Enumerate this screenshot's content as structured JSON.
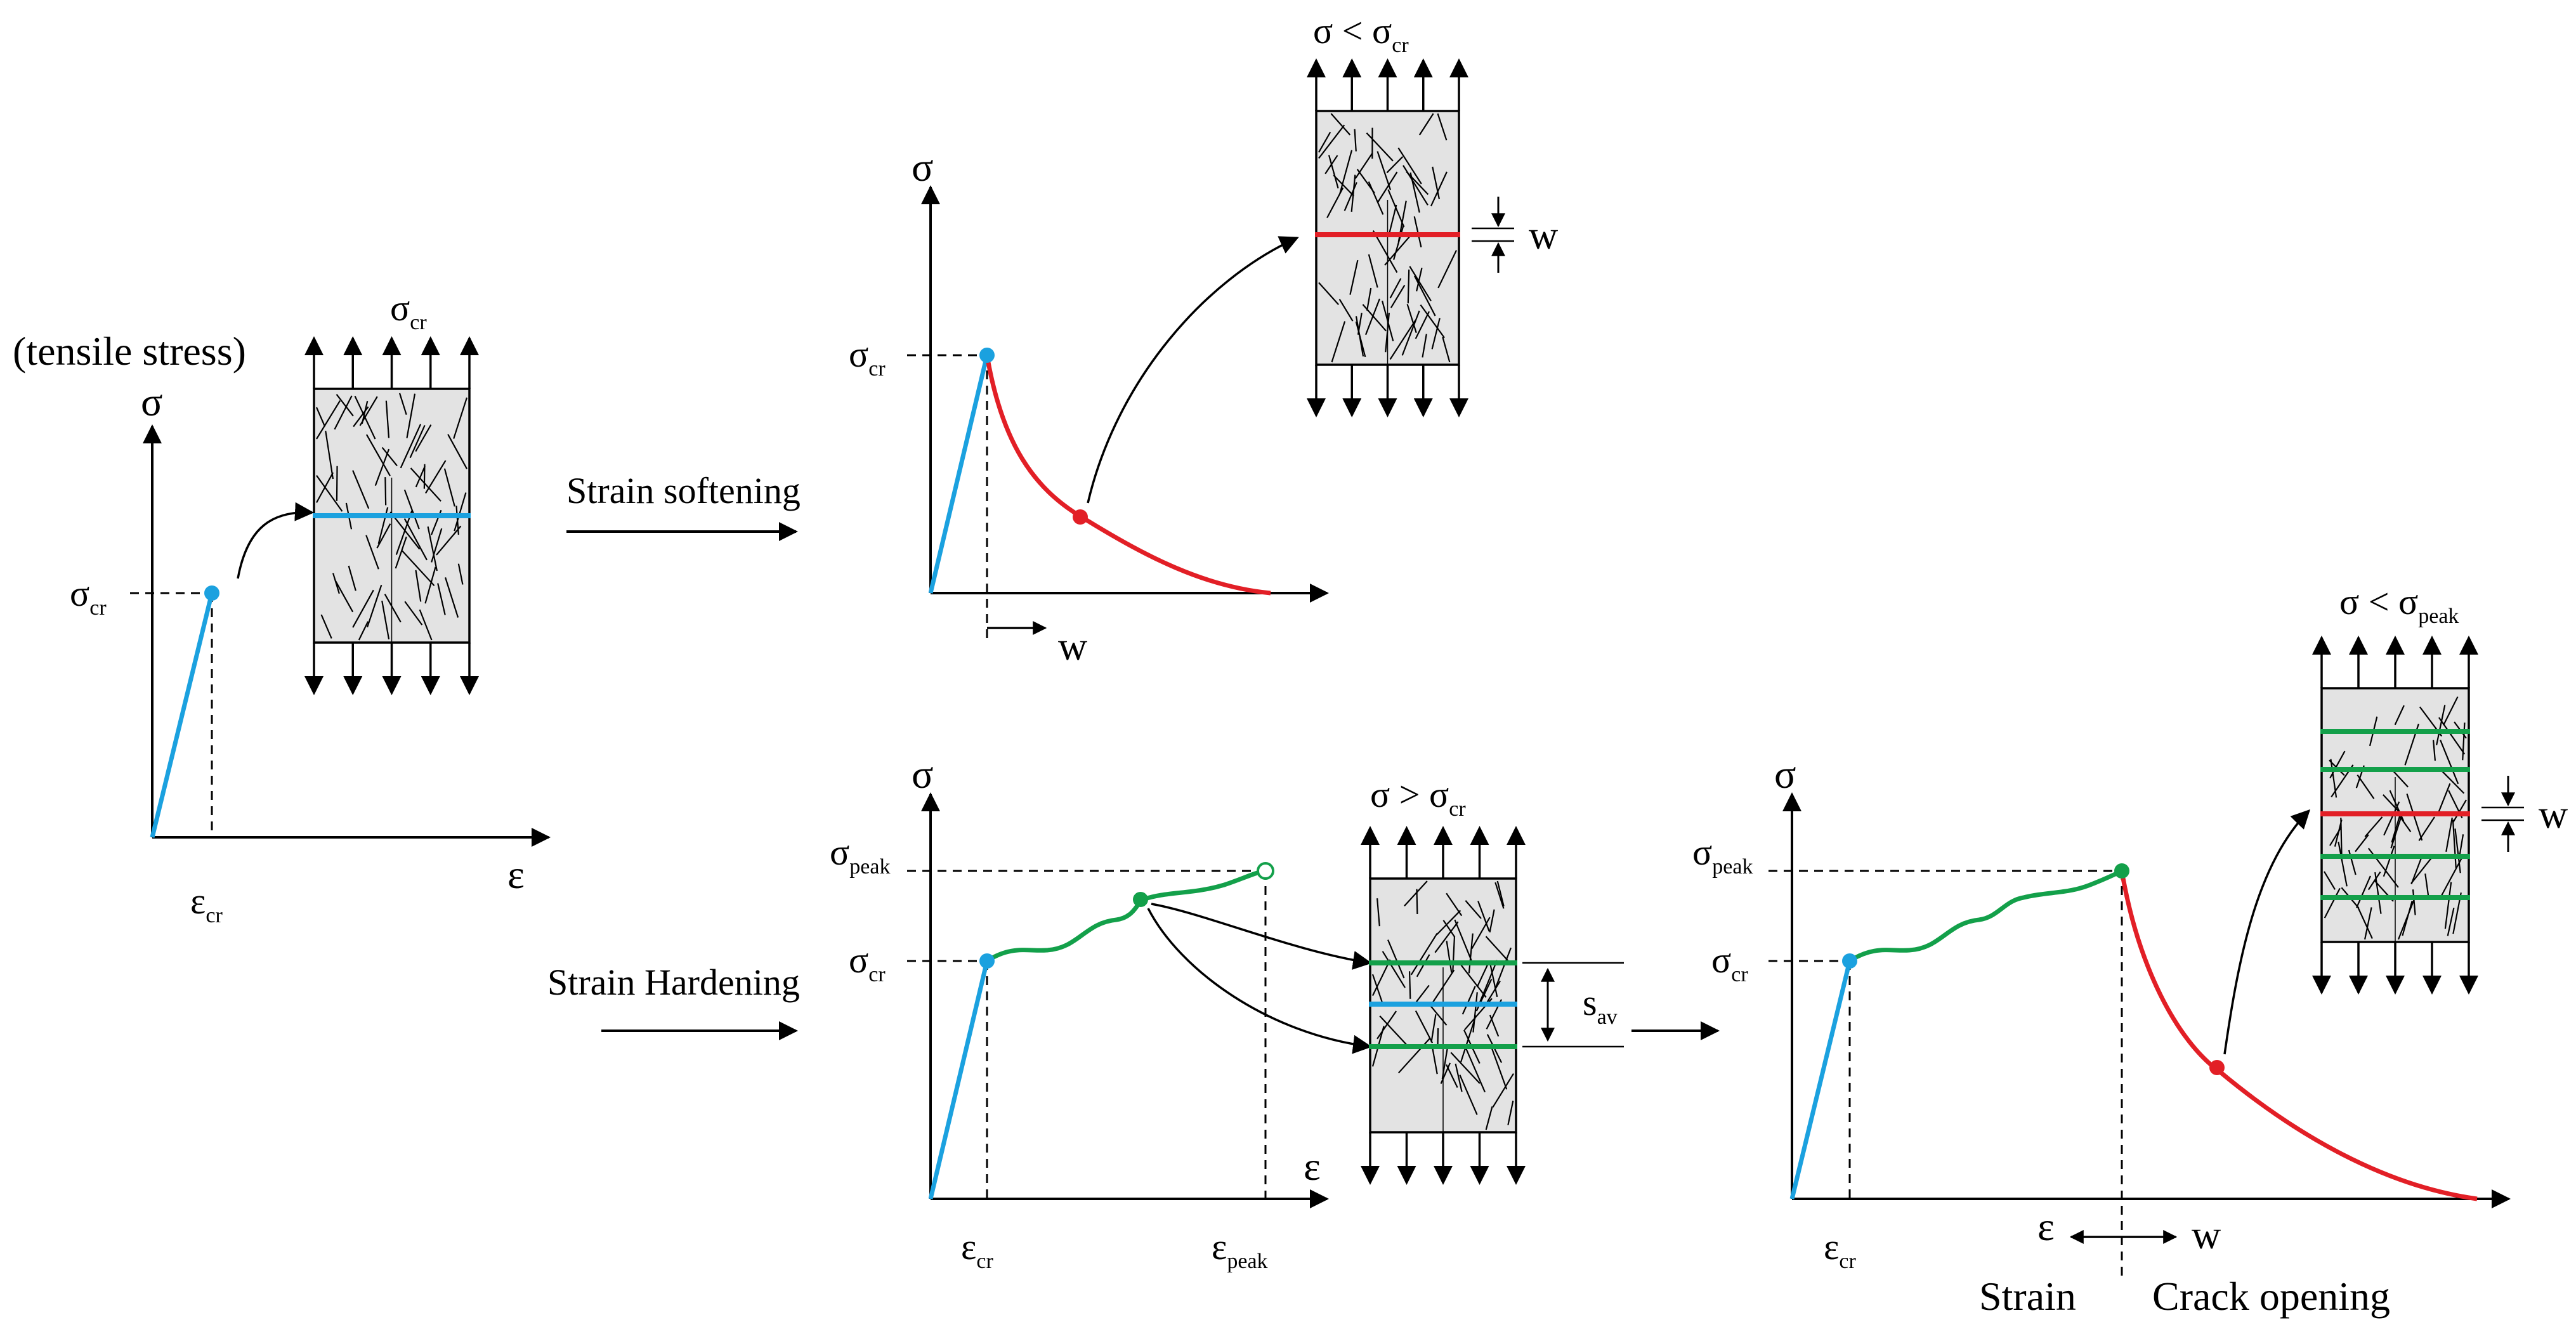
{
  "colors": {
    "elastic": "#1BA1DF",
    "softening": "#E21F26",
    "hardening": "#13A04A",
    "specimen_fill": "#E3E3E3",
    "ink": "#000000"
  },
  "panel_a": {
    "title": "(tensile stress)",
    "y_axis": "σ",
    "x_axis": "ε",
    "stress_label": "σ",
    "stress_sub": "cr",
    "strain_label": "ε",
    "strain_sub": "cr",
    "specimen_label": "σ",
    "specimen_sub": "cr"
  },
  "softening": {
    "arrow_label": "Strain softening",
    "y_axis": "σ",
    "stress_label": "σ",
    "stress_sub": "cr",
    "opening_label": "w",
    "specimen_label": "σ < σ",
    "specimen_sub": "cr",
    "crack_label": "w"
  },
  "hardening": {
    "arrow_label": "Strain Hardening",
    "y_axis": "σ",
    "x_axis": "ε",
    "peak_label": "σ",
    "peak_sub": "peak",
    "stress_label": "σ",
    "stress_sub": "cr",
    "strain_cr_label": "ε",
    "strain_cr_sub": "cr",
    "strain_peak_label": "ε",
    "strain_peak_sub": "peak",
    "specimen_label": "σ > σ",
    "specimen_sub": "cr",
    "spacing_label": "s",
    "spacing_sub": "av"
  },
  "combined": {
    "y_axis": "σ",
    "peak_label": "σ",
    "peak_sub": "peak",
    "stress_label": "σ",
    "stress_sub": "cr",
    "strain_cr_label": "ε",
    "strain_cr_sub": "cr",
    "eps_label": "ε",
    "w_label": "w",
    "strain_word": "Strain",
    "crack_word": "Crack opening",
    "specimen_label": "σ < σ",
    "specimen_sub": "peak",
    "crack_label": "w"
  }
}
